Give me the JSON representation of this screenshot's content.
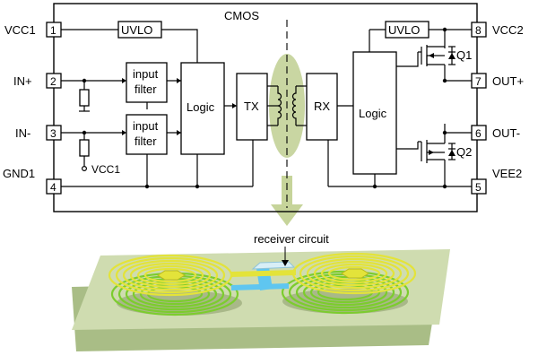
{
  "title": "CMOS",
  "left_pins": [
    {
      "num": "1",
      "label": "VCC1"
    },
    {
      "num": "2",
      "label": "IN+"
    },
    {
      "num": "3",
      "label": "IN-"
    },
    {
      "num": "4",
      "label": "GND1"
    }
  ],
  "right_pins": [
    {
      "num": "8",
      "label": "VCC2"
    },
    {
      "num": "7",
      "label": "OUT+"
    },
    {
      "num": "6",
      "label": "OUT-"
    },
    {
      "num": "5",
      "label": "VEE2"
    }
  ],
  "blocks": {
    "uvlo_left": "UVLO",
    "uvlo_right": "UVLO",
    "filter1_line1": "input",
    "filter1_line2": "filter",
    "filter2_line1": "input",
    "filter2_line2": "filter",
    "logic_left": "Logic",
    "tx": "TX",
    "rx": "RX",
    "logic_right": "Logic"
  },
  "vcc1_tap": "VCC1",
  "transistors": {
    "q1": "Q1",
    "q2": "Q2"
  },
  "receiver_label": "receiver circuit",
  "colors": {
    "isolation": "#c9d6a2",
    "arrow": "#c6d49a",
    "board": "#cfdcb0",
    "coil_top": "#e3e33a",
    "coil_bottom": "#7ccc2e",
    "trace": "#5fc6f0"
  }
}
